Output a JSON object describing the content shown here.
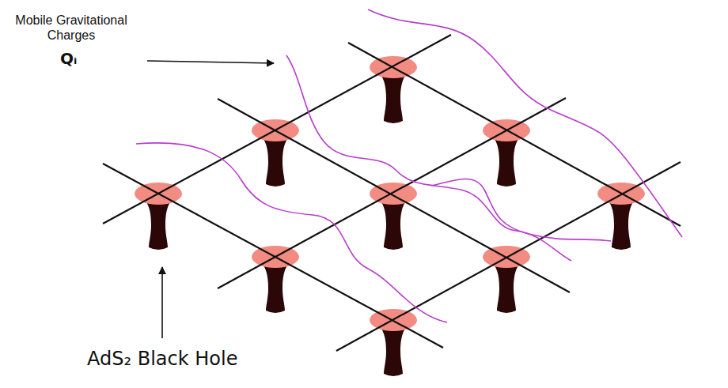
{
  "diagram": {
    "labels": [
      "Mobile Gravitational Charges",
      "Qᵢ",
      "AdS₂ Black Hole"
    ]
  }
}
